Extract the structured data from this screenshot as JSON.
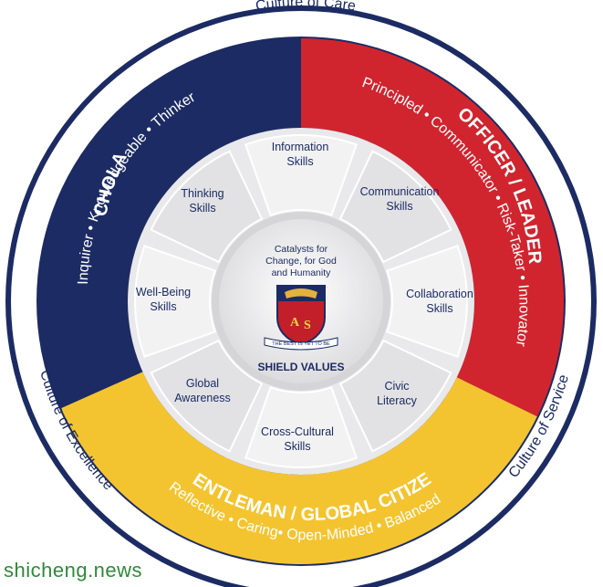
{
  "outer_ring": {
    "top": "Culture of  Care",
    "left": "Culture of Excellence",
    "right": "Culture of Service"
  },
  "segments": {
    "scholar": {
      "title": "SCHOLAR",
      "attributes": "Inquirer • Knowledgeable • Thinker",
      "color": "#1c2b63"
    },
    "officer": {
      "title": "OFFICER / LEADER",
      "attributes": "Principled • Communicator • Risk-Taker • Innovator",
      "color": "#d0252f"
    },
    "gentleman": {
      "title": "GENTLEMAN / GLOBAL CITIZEN",
      "attributes": "Reflective  •  Caring•  Open-Minded  •  Balanced",
      "color": "#f4c430"
    }
  },
  "skills": [
    {
      "line1": "Information",
      "line2": "Skills"
    },
    {
      "line1": "Communication",
      "line2": "Skills"
    },
    {
      "line1": "Collaboration",
      "line2": "Skills"
    },
    {
      "line1": "Civic",
      "line2": "Literacy"
    },
    {
      "line1": "Cross-Cultural",
      "line2": "Skills"
    },
    {
      "line1": "Global",
      "line2": "Awareness"
    },
    {
      "line1": "Well-Being",
      "line2": "Skills"
    },
    {
      "line1": "Thinking",
      "line2": "Skills"
    }
  ],
  "center": {
    "line1": "Catalysts for",
    "line2": "Change, for God",
    "line3": "and Humanity",
    "label": "SHIELD VALUES"
  },
  "crest": {
    "motto": "THE BEST IS YET TO BE"
  },
  "watermark": "shicheng.news"
}
